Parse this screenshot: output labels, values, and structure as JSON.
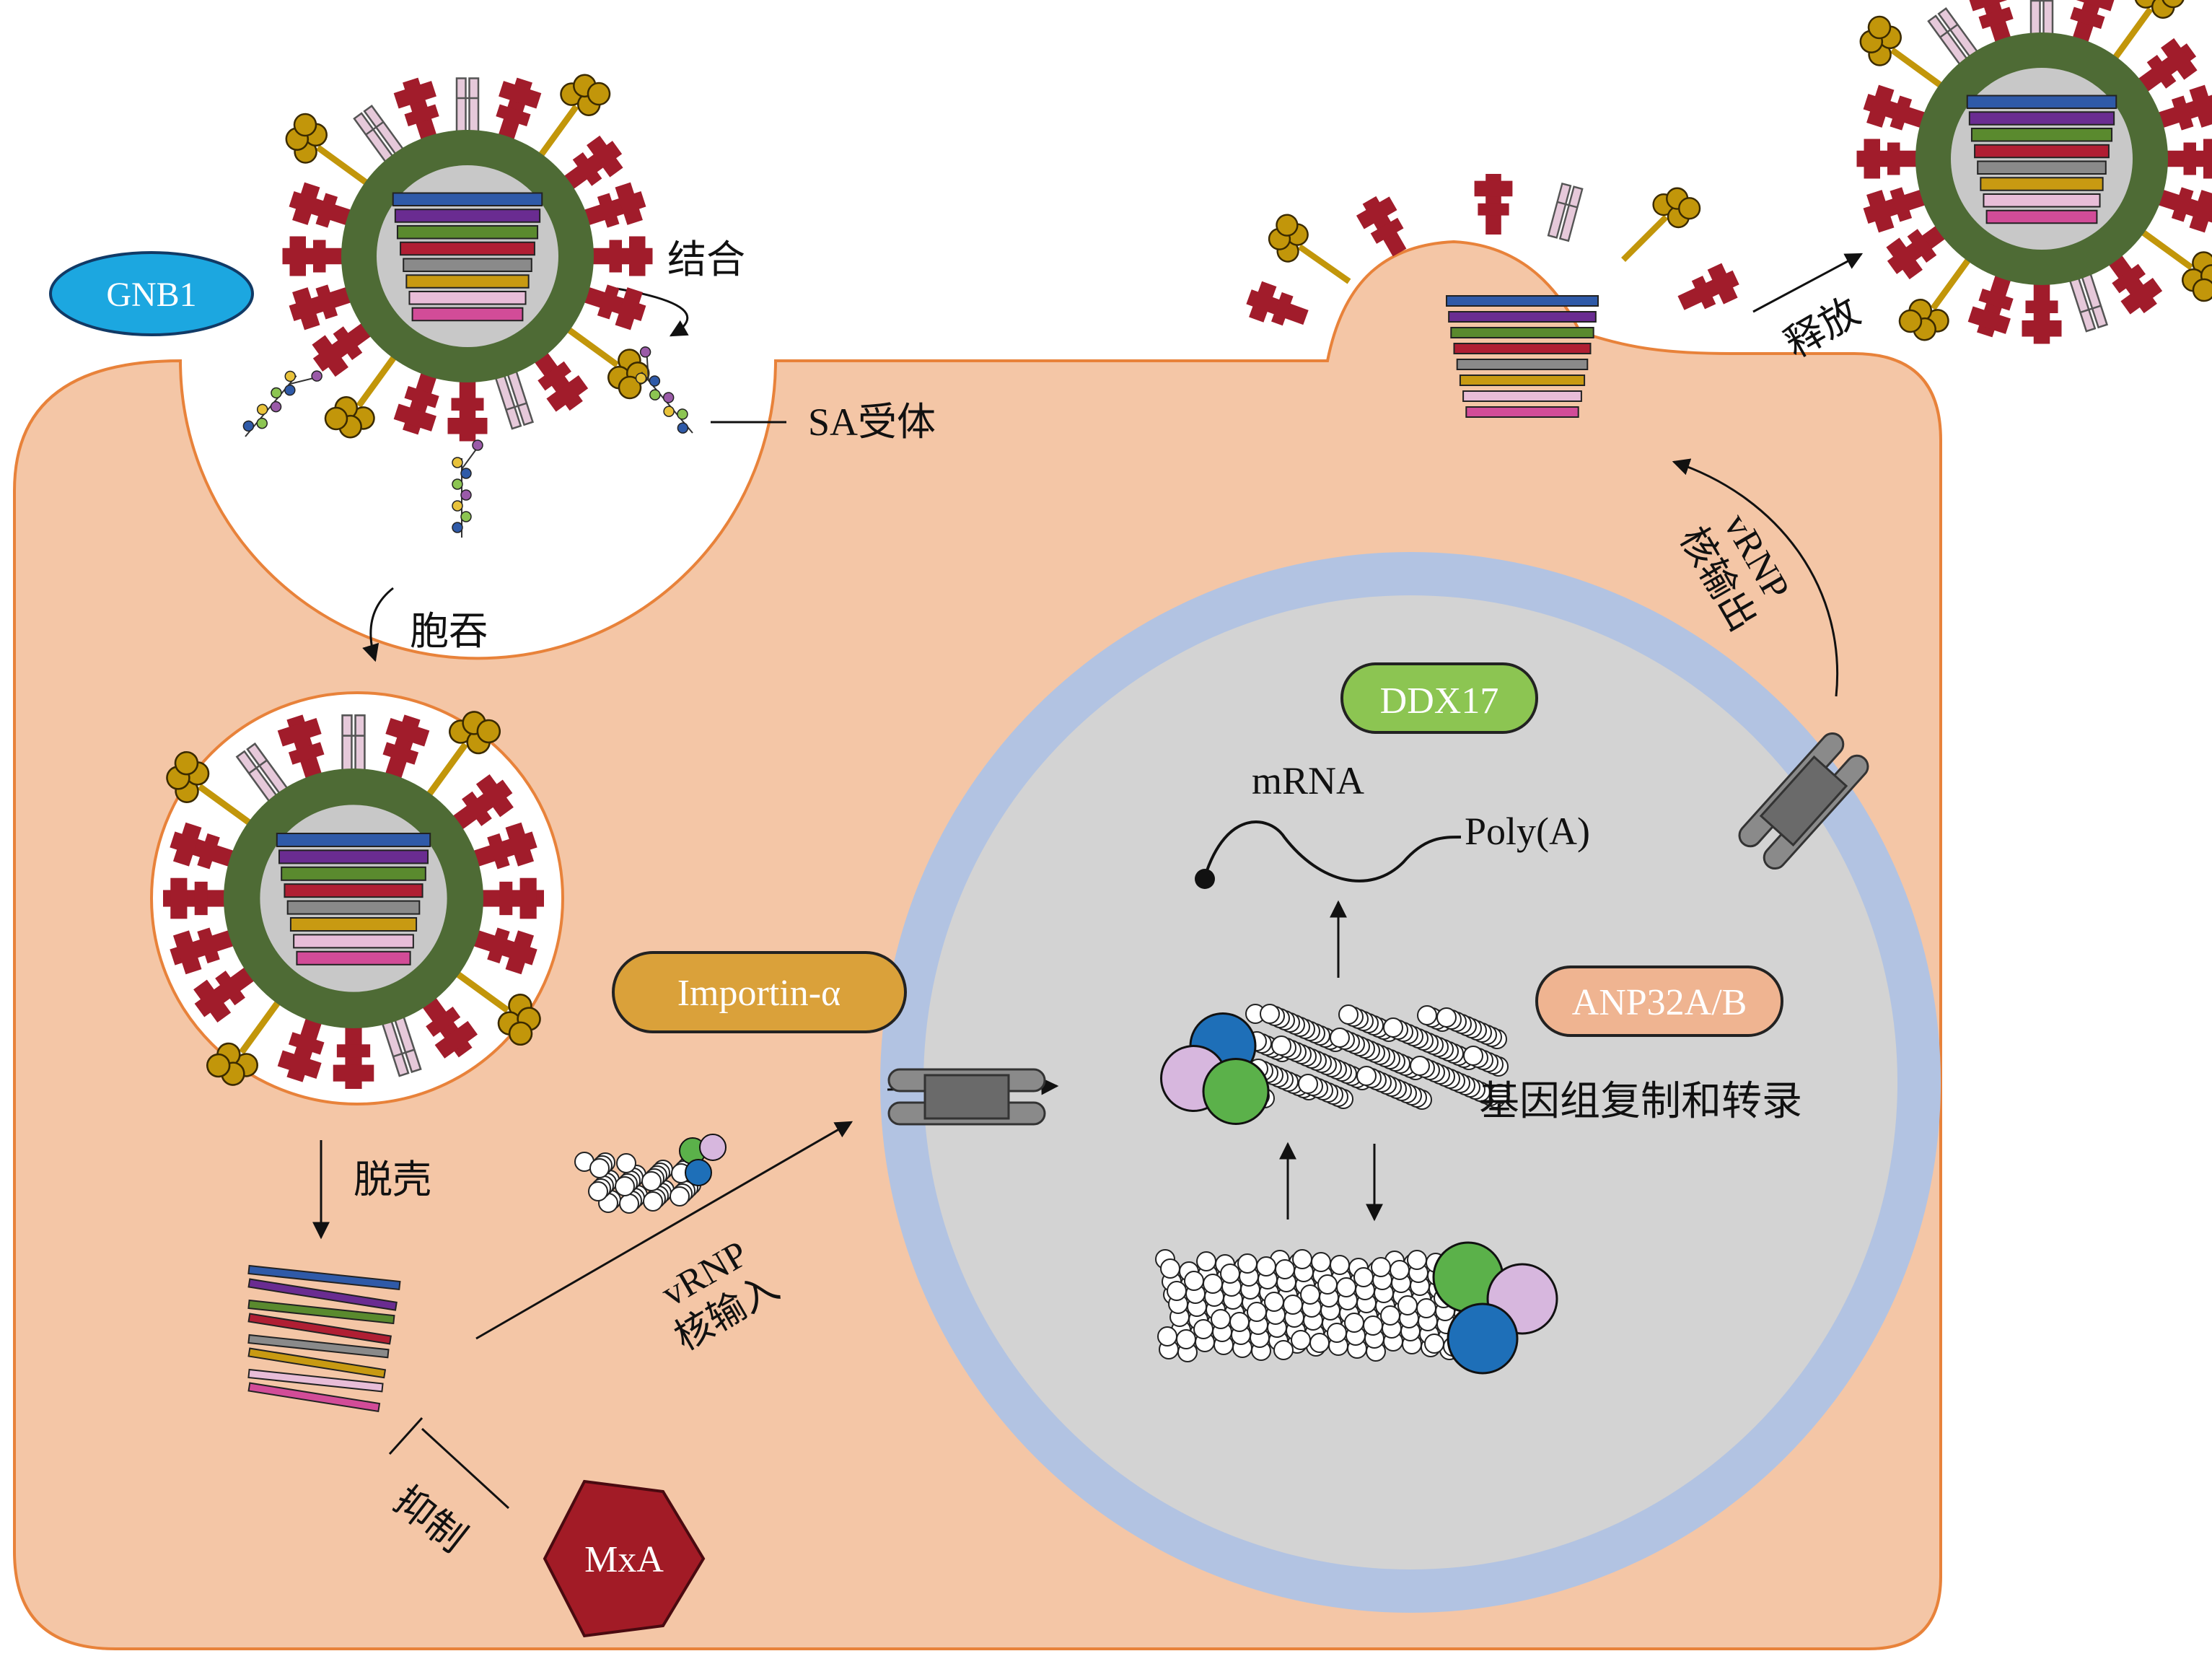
{
  "labels": {
    "bind": "结合",
    "sa_receptor": "SA受体",
    "endocytosis": "胞吞",
    "uncoating": "脱壳",
    "vrnp_import_line1": "vRNP",
    "vrnp_import_line2": "核输入",
    "vrnp_export_line1": "vRNP",
    "vrnp_export_line2": "核输出",
    "release": "释放",
    "inhibit": "抑制",
    "mrna": "mRNA",
    "polya": "Poly(A)",
    "replication": "基因组复制和转录"
  },
  "proteins": {
    "gnb1": "GNB1",
    "importin": "Importin-α",
    "ddx17": "DDX17",
    "anp32": "ANP32A/B",
    "mxa": "MxA"
  },
  "colors": {
    "cytoplasm": "#F4C6A6",
    "cell_border": "#E8823A",
    "nucleus": "#D3D3D3",
    "nuclear_envelope": "#B2C3E2",
    "viral_envelope": "#4E6B35",
    "capsid": "#C8C8C8",
    "hemagglutinin": "#A11C2B",
    "neuraminidase": "#C2960A",
    "m2_channel": "#E6C9DA",
    "gnb1_fill": "#1CA7E0",
    "importin_fill": "#DAA13A",
    "ddx17_fill": "#8CC552",
    "anp32_fill": "#EFB491",
    "mxa_fill": "#A21B26",
    "segments": [
      "#2F5AA8",
      "#6A2C91",
      "#5A8A2E",
      "#B01E33",
      "#8A8A8A",
      "#C89A12",
      "#E8BDD8",
      "#D24C98"
    ]
  }
}
